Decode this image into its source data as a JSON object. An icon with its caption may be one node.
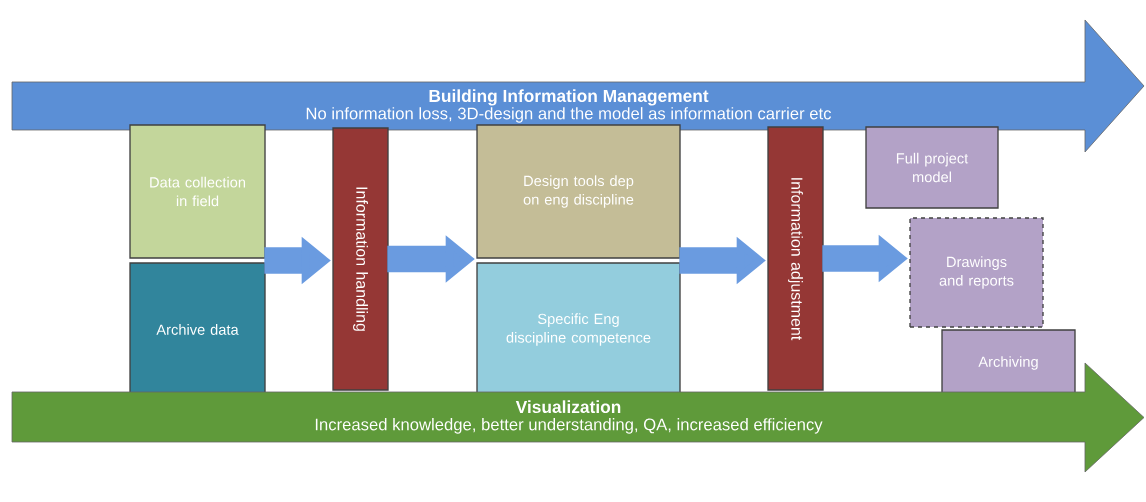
{
  "diagram": {
    "nodes": [
      {
        "text": [
          "Building Information Management",
          "No information loss, 3D-design and the model as information carrier etc"
        ]
      },
      {
        "text": [
          "Data collection in field"
        ]
      },
      {
        "text": [
          "Archive data"
        ]
      },
      {
        "text": [
          "Information handling"
        ]
      },
      {
        "text": [
          "Design tools dep on eng discipline"
        ]
      },
      {
        "text": [
          "Specific Eng discipline competence"
        ]
      },
      {
        "text": [
          "Information adjustment"
        ]
      },
      {
        "text": [
          "Full project model"
        ]
      },
      {
        "text": [
          "Drawings and reports"
        ]
      },
      {
        "text": [
          "Archiving"
        ]
      },
      {
        "text": [
          "Visualization",
          "Increased knowledge, better understanding, QA, increased efficiency"
        ]
      }
    ],
    "edges": [
      {
        "from": 1,
        "to": 3,
        "arrow": "to"
      },
      {
        "from": 2,
        "to": 3,
        "arrow": "to"
      },
      {
        "from": 3,
        "to": 4,
        "arrow": "to"
      },
      {
        "from": 3,
        "to": 5,
        "arrow": "to"
      },
      {
        "from": 4,
        "to": 6,
        "arrow": "to"
      },
      {
        "from": 5,
        "to": 6,
        "arrow": "to"
      },
      {
        "from": 6,
        "to": 8,
        "arrow": "to"
      }
    ]
  }
}
